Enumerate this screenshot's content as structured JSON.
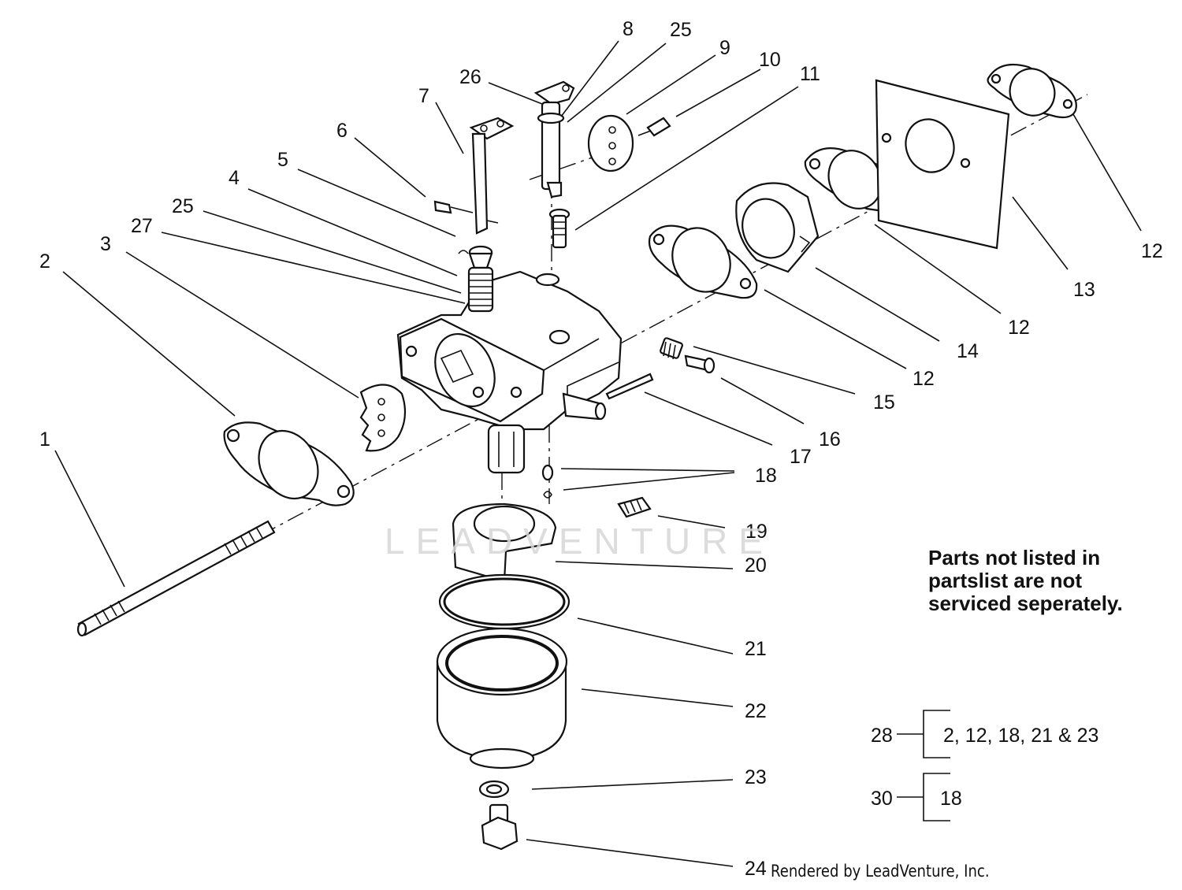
{
  "diagram": {
    "callouts": [
      {
        "id": "c1",
        "label": "1"
      },
      {
        "id": "c2",
        "label": "2"
      },
      {
        "id": "c3",
        "label": "3"
      },
      {
        "id": "c4",
        "label": "4"
      },
      {
        "id": "c5",
        "label": "5"
      },
      {
        "id": "c6",
        "label": "6"
      },
      {
        "id": "c7",
        "label": "7"
      },
      {
        "id": "c8",
        "label": "8"
      },
      {
        "id": "c25a",
        "label": "25"
      },
      {
        "id": "c9",
        "label": "9"
      },
      {
        "id": "c10",
        "label": "10"
      },
      {
        "id": "c11",
        "label": "11"
      },
      {
        "id": "c26",
        "label": "26"
      },
      {
        "id": "c25b",
        "label": "25"
      },
      {
        "id": "c27",
        "label": "27"
      },
      {
        "id": "c12a",
        "label": "12"
      },
      {
        "id": "c13",
        "label": "13"
      },
      {
        "id": "c12b",
        "label": "12"
      },
      {
        "id": "c14",
        "label": "14"
      },
      {
        "id": "c12c",
        "label": "12"
      },
      {
        "id": "c15",
        "label": "15"
      },
      {
        "id": "c16",
        "label": "16"
      },
      {
        "id": "c17",
        "label": "17"
      },
      {
        "id": "c18",
        "label": "18"
      },
      {
        "id": "c19",
        "label": "19"
      },
      {
        "id": "c20",
        "label": "20"
      },
      {
        "id": "c21",
        "label": "21"
      },
      {
        "id": "c22",
        "label": "22"
      },
      {
        "id": "c23",
        "label": "23"
      },
      {
        "id": "c24",
        "label": "24"
      }
    ],
    "note": [
      "Parts not listed in",
      "partslist are not",
      "serviced seperately."
    ],
    "kits": [
      {
        "number": "28",
        "contents": "2, 12, 18, 21 & 23"
      },
      {
        "number": "30",
        "contents": "18"
      }
    ],
    "watermark": "LEADVENTURE",
    "credit": "Rendered by LeadVenture, Inc."
  }
}
